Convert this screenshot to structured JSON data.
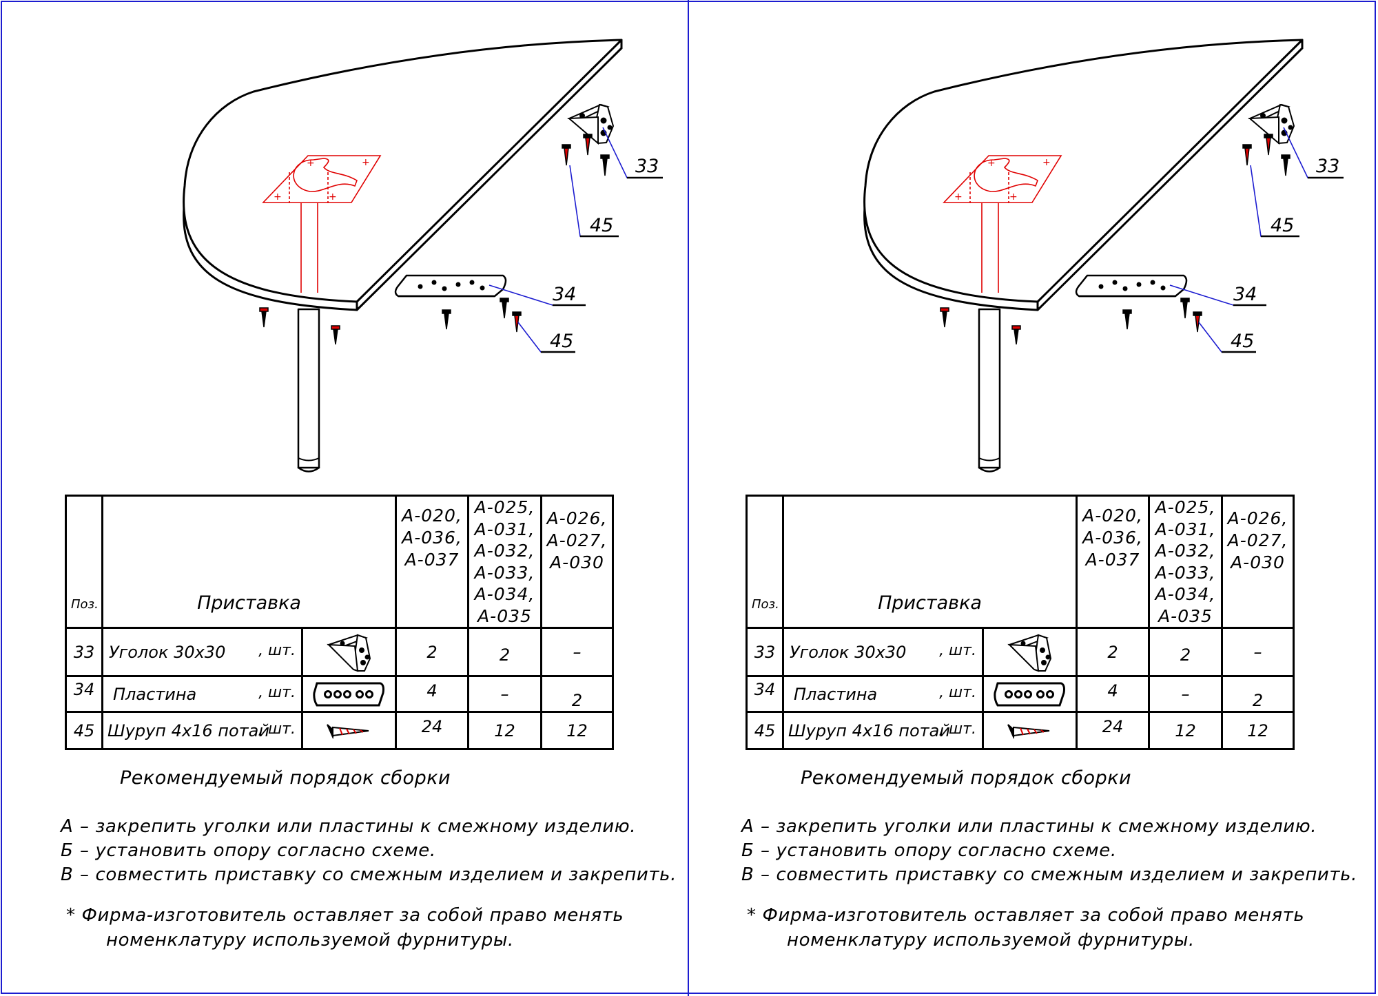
{
  "accent_colors": {
    "frame": "#1c1cd0",
    "red": "#e00000",
    "leader": "#1c1cd0"
  },
  "callouts": {
    "bracket": "33",
    "screw_top": "45",
    "plate": "34",
    "screw_bottom": "45"
  },
  "spec_table": {
    "header": {
      "pos_label": "Поз.",
      "title": "Приставка",
      "variants": [
        [
          "А-020,",
          "А-036,",
          "А-037"
        ],
        [
          "А-025,",
          "А-031,",
          "А-032,",
          "А-033,",
          "А-034,",
          "А-035"
        ],
        [
          "А-026,",
          "А-027,",
          "А-030"
        ]
      ]
    },
    "rows": [
      {
        "pos": "33",
        "name": "Уголок 30х30",
        "unit": ", шт.",
        "icon": "corner-bracket-icon",
        "qty": [
          "2",
          "2",
          "–"
        ]
      },
      {
        "pos": "34",
        "name": "Пластина",
        "unit": ", шт.",
        "icon": "mounting-plate-icon",
        "qty": [
          "4",
          "–",
          "2"
        ]
      },
      {
        "pos": "45",
        "name": "Шуруп 4х16 потай",
        "unit": ", шт.",
        "icon": "screw-icon",
        "qty": [
          "24",
          "12",
          "12"
        ]
      }
    ]
  },
  "assembly": {
    "title": "Рекомендуемый порядок сборки",
    "steps": [
      {
        "letter": "А",
        "text": " – закрепить уголки или пластины к смежному изделию."
      },
      {
        "letter": "Б",
        "text": " – установить опору согласно схеме."
      },
      {
        "letter": "В",
        "text": " – совместить приставку со смежным изделием и закрепить."
      }
    ],
    "note_line1": "* Фирма-изготовитель оставляет за собой право менять",
    "note_line2": "номенклатуру используемой фурнитуры."
  }
}
